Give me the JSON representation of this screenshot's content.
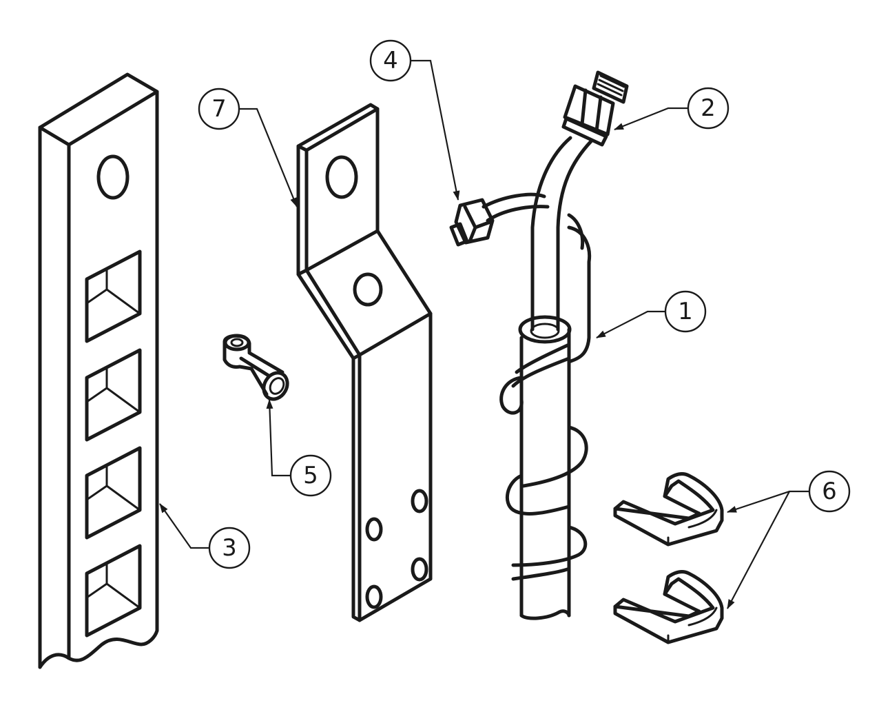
{
  "callouts": [
    {
      "id": "callout-1",
      "label": "1"
    },
    {
      "id": "callout-2",
      "label": "2"
    },
    {
      "id": "callout-3",
      "label": "3"
    },
    {
      "id": "callout-4",
      "label": "4"
    },
    {
      "id": "callout-5",
      "label": "5"
    },
    {
      "id": "callout-6",
      "label": "6"
    },
    {
      "id": "callout-7",
      "label": "7"
    }
  ],
  "colors": {
    "line": "#1a1a1a",
    "background": "#ffffff"
  }
}
